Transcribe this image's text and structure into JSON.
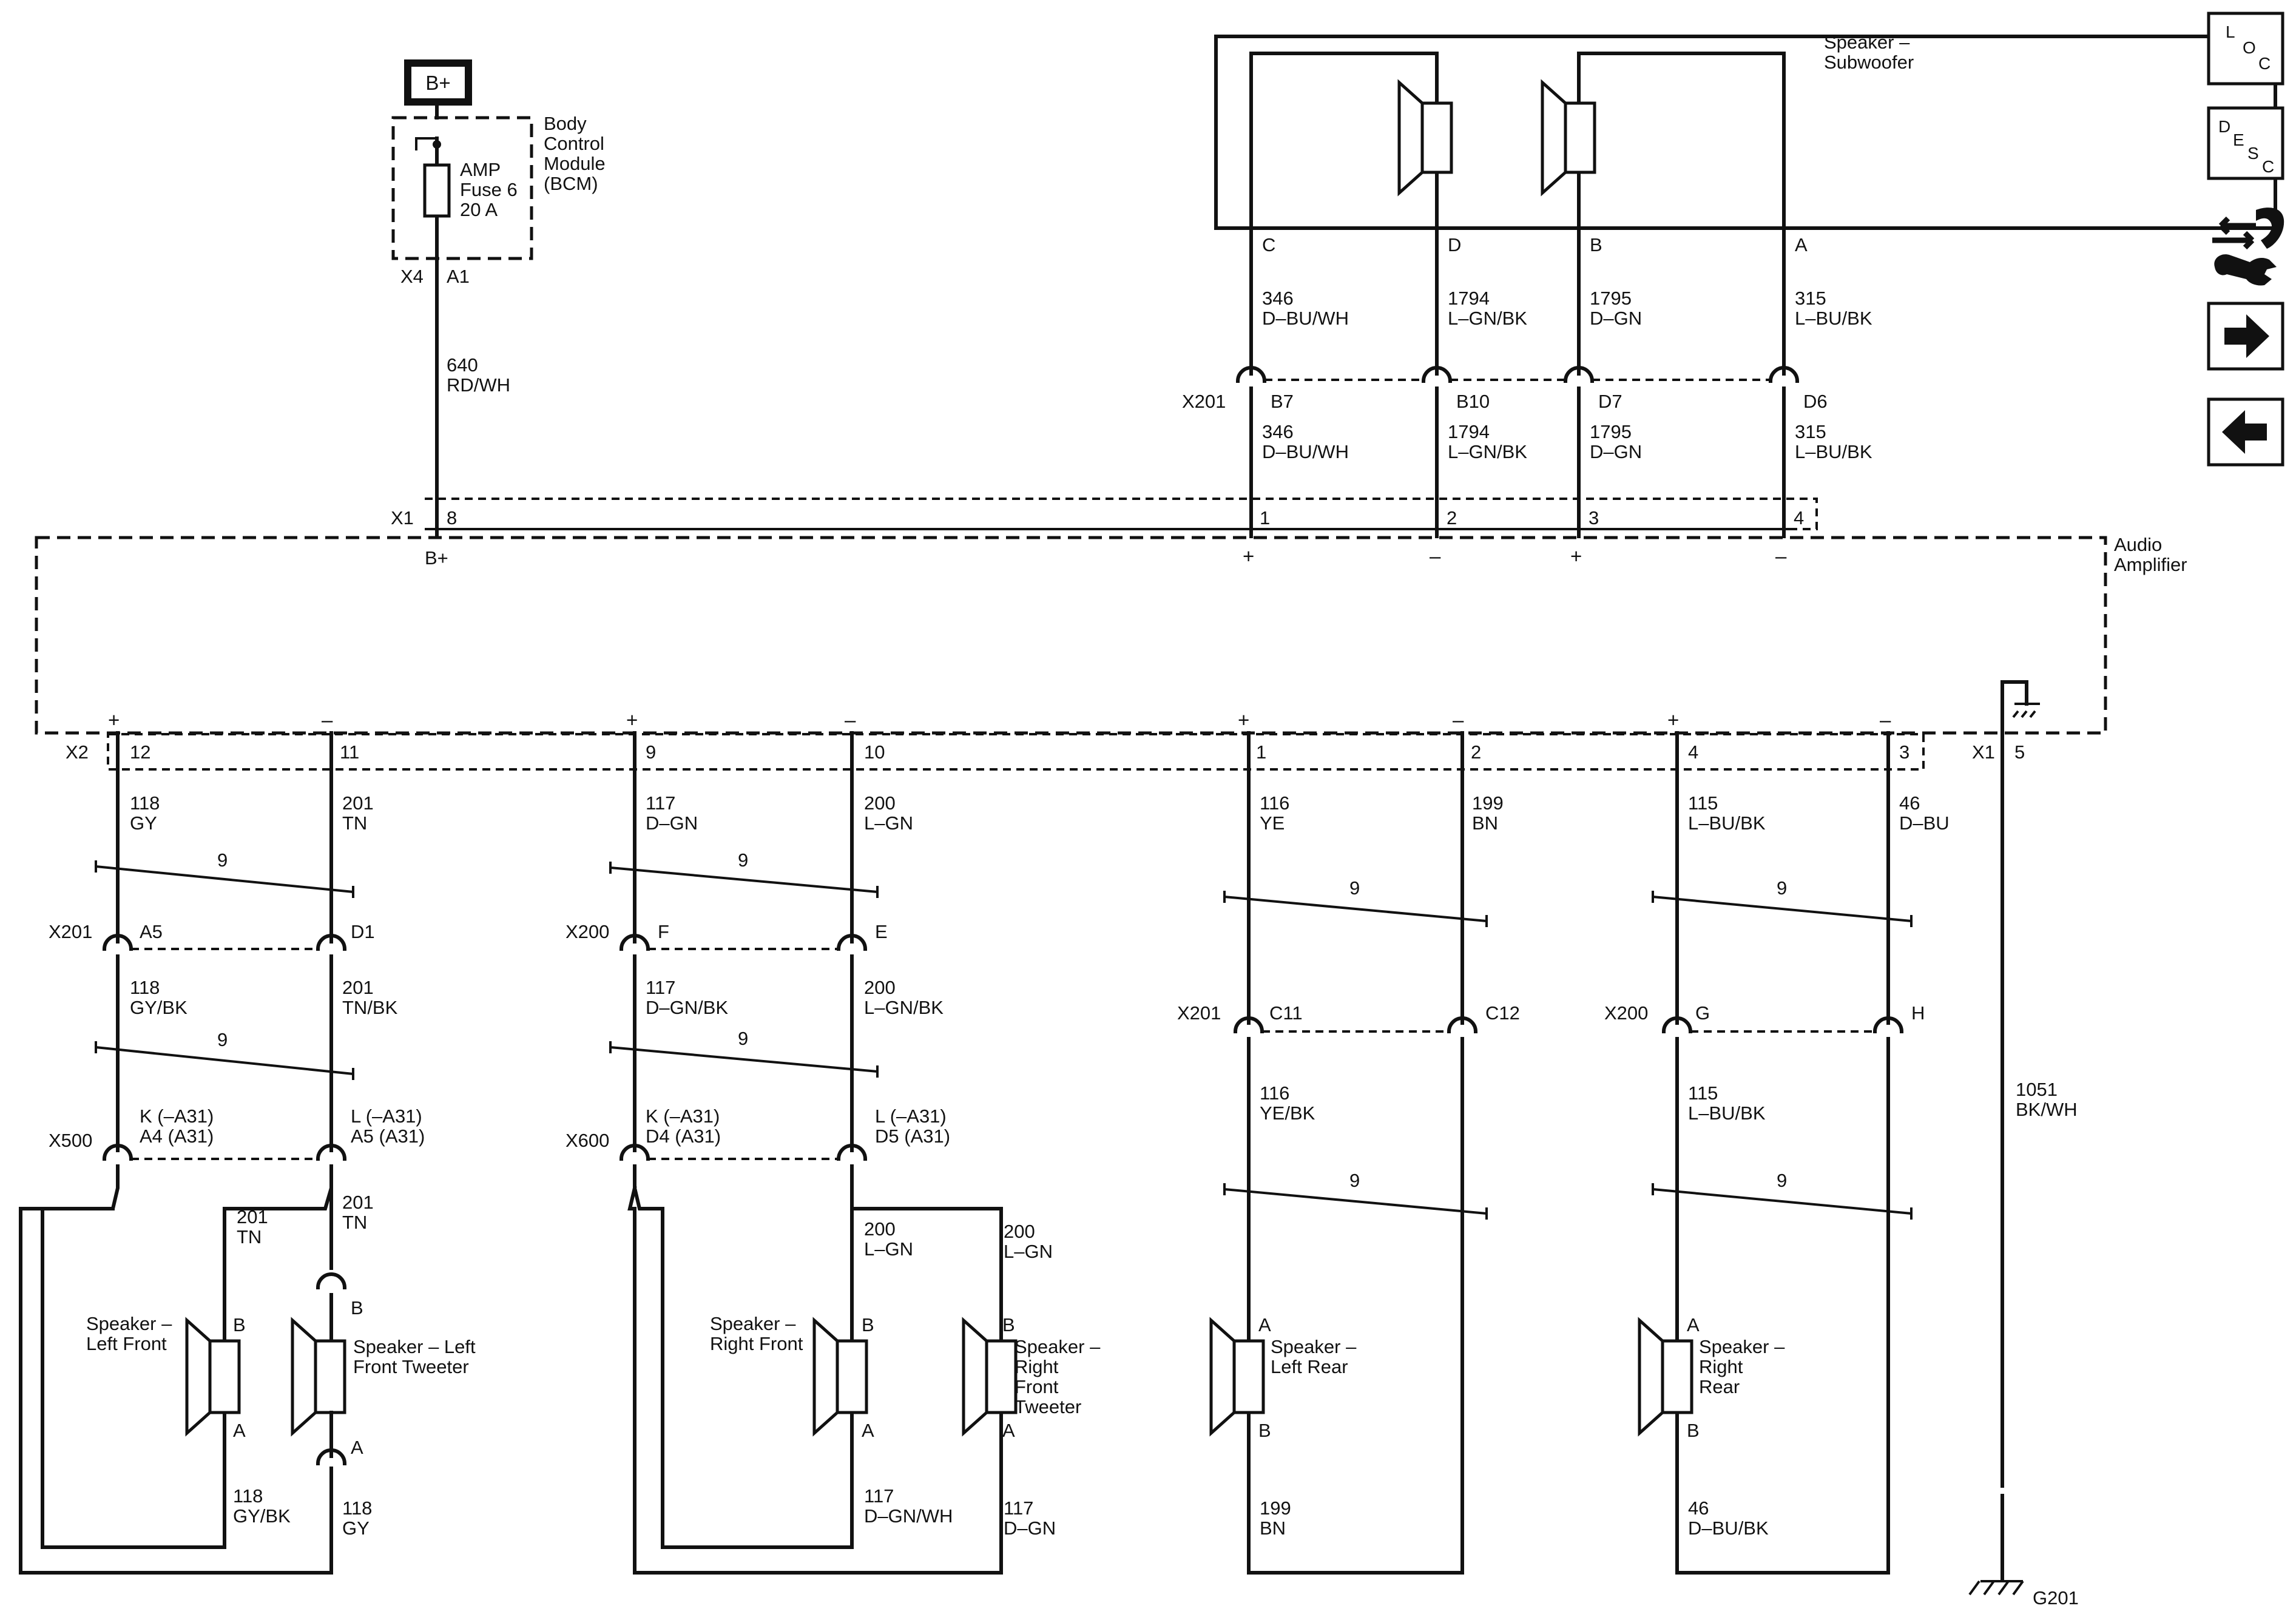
{
  "power": {
    "source": "B+"
  },
  "bcm": {
    "name": "Body\nControl\nModule\n(BCM)",
    "fuse": "AMP\nFuse 6\n20 A",
    "connector": "X4",
    "pin": "A1"
  },
  "amp_feed_wire": "640\nRD/WH",
  "subwoofer": {
    "name": "Speaker –\nSubwoofer",
    "pins": [
      "C",
      "D",
      "B",
      "A"
    ],
    "wires_upper": [
      "346\nD–BU/WH",
      "1794\nL–GN/BK",
      "1795\nD–GN",
      "315\nL–BU/BK"
    ],
    "connector": "X201",
    "connector_pins": [
      "B7",
      "B10",
      "D7",
      "D6"
    ],
    "wires_lower": [
      "346\nD–BU/WH",
      "1794\nL–GN/BK",
      "1795\nD–GN",
      "315\nL–BU/BK"
    ]
  },
  "amplifier": {
    "name": "Audio\nAmplifier",
    "x1_connector": "X1",
    "x1_top_pins": [
      "8",
      "1",
      "2",
      "3",
      "4"
    ],
    "b_plus_label": "B+",
    "top_polarity": [
      "+",
      "–",
      "+",
      "–"
    ],
    "x2_connector": "X2",
    "x2_pins": [
      "12",
      "11",
      "9",
      "10"
    ],
    "x1_bottom_pins": [
      "1",
      "2",
      "4",
      "3"
    ],
    "ground_connector": "X1",
    "ground_pin": "5",
    "bottom_polarity": [
      "+",
      "–",
      "+",
      "–",
      "+",
      "–",
      "+",
      "–"
    ]
  },
  "left_front": {
    "wires_top": [
      "118\nGY",
      "201\nTN"
    ],
    "twist": "9",
    "twist2": "9",
    "conn1": "X201",
    "conn1_pins": [
      "A5",
      "D1"
    ],
    "wires_mid": [
      "118\nGY/BK",
      "201\nTN/BK"
    ],
    "conn2": "X500",
    "conn2_pins": [
      "K (–A31)\nA4 (A31)",
      "L (–A31)\nA5 (A31)"
    ],
    "wire_tn": "201\nTN",
    "wire_tn2": "201\nTN",
    "speaker": "Speaker –\nLeft Front",
    "tweeter": "Speaker – Left\nFront Tweeter",
    "spk_pin_b": "B",
    "spk_pin_a": "A",
    "tw_pin_b": "B",
    "tw_pin_a": "A",
    "wire_gybk": "118\nGY/BK",
    "wire_gy": "118\nGY"
  },
  "right_front": {
    "wires_top": [
      "117\nD–GN",
      "200\nL–GN"
    ],
    "twist": "9",
    "twist2": "9",
    "conn1": "X200",
    "conn1_pins": [
      "F",
      "E"
    ],
    "wires_mid": [
      "117\nD–GN/BK",
      "200\nL–GN/BK"
    ],
    "conn2": "X600",
    "conn2_pins": [
      "K (–A31)\nD4 (A31)",
      "L (–A31)\nD5 (A31)"
    ],
    "wire_lgn_a": "200\nL–GN",
    "wire_lgn_b": "200\nL–GN",
    "speaker": "Speaker –\nRight Front",
    "tweeter": "Speaker –\nRight\nFront\nTweeter",
    "spk_pin_b": "B",
    "spk_pin_a": "A",
    "tw_pin_b": "B",
    "tw_pin_a": "A",
    "wire_dgnwh": "117\nD–GN/WH",
    "wire_dgn": "117\nD–GN"
  },
  "left_rear": {
    "wires_top": [
      "116\nYE",
      "199\nBN"
    ],
    "twist": "9",
    "twist2": "9",
    "conn": "X201",
    "conn_pins": [
      "C11",
      "C12"
    ],
    "wire_yebk": "116\nYE/BK",
    "speaker": "Speaker –\nLeft Rear",
    "pin_a": "A",
    "pin_b": "B",
    "wire_bn": "199\nBN"
  },
  "right_rear": {
    "wires_top": [
      "115\nL–BU/BK",
      "46\nD–BU"
    ],
    "twist": "9",
    "twist2": "9",
    "conn": "X200",
    "conn_pins": [
      "G",
      "H"
    ],
    "wire_lbubk": "115\nL–BU/BK",
    "speaker": "Speaker –\nRight\nRear",
    "pin_a": "A",
    "pin_b": "B",
    "wire_dbubk": "46\nD–BU/BK"
  },
  "ground": {
    "wire": "1051\nBK/WH",
    "name": "G201"
  },
  "nav": {
    "loc": [
      "L",
      "O",
      "C"
    ],
    "desc": [
      "D",
      "E",
      "S",
      "C"
    ]
  }
}
